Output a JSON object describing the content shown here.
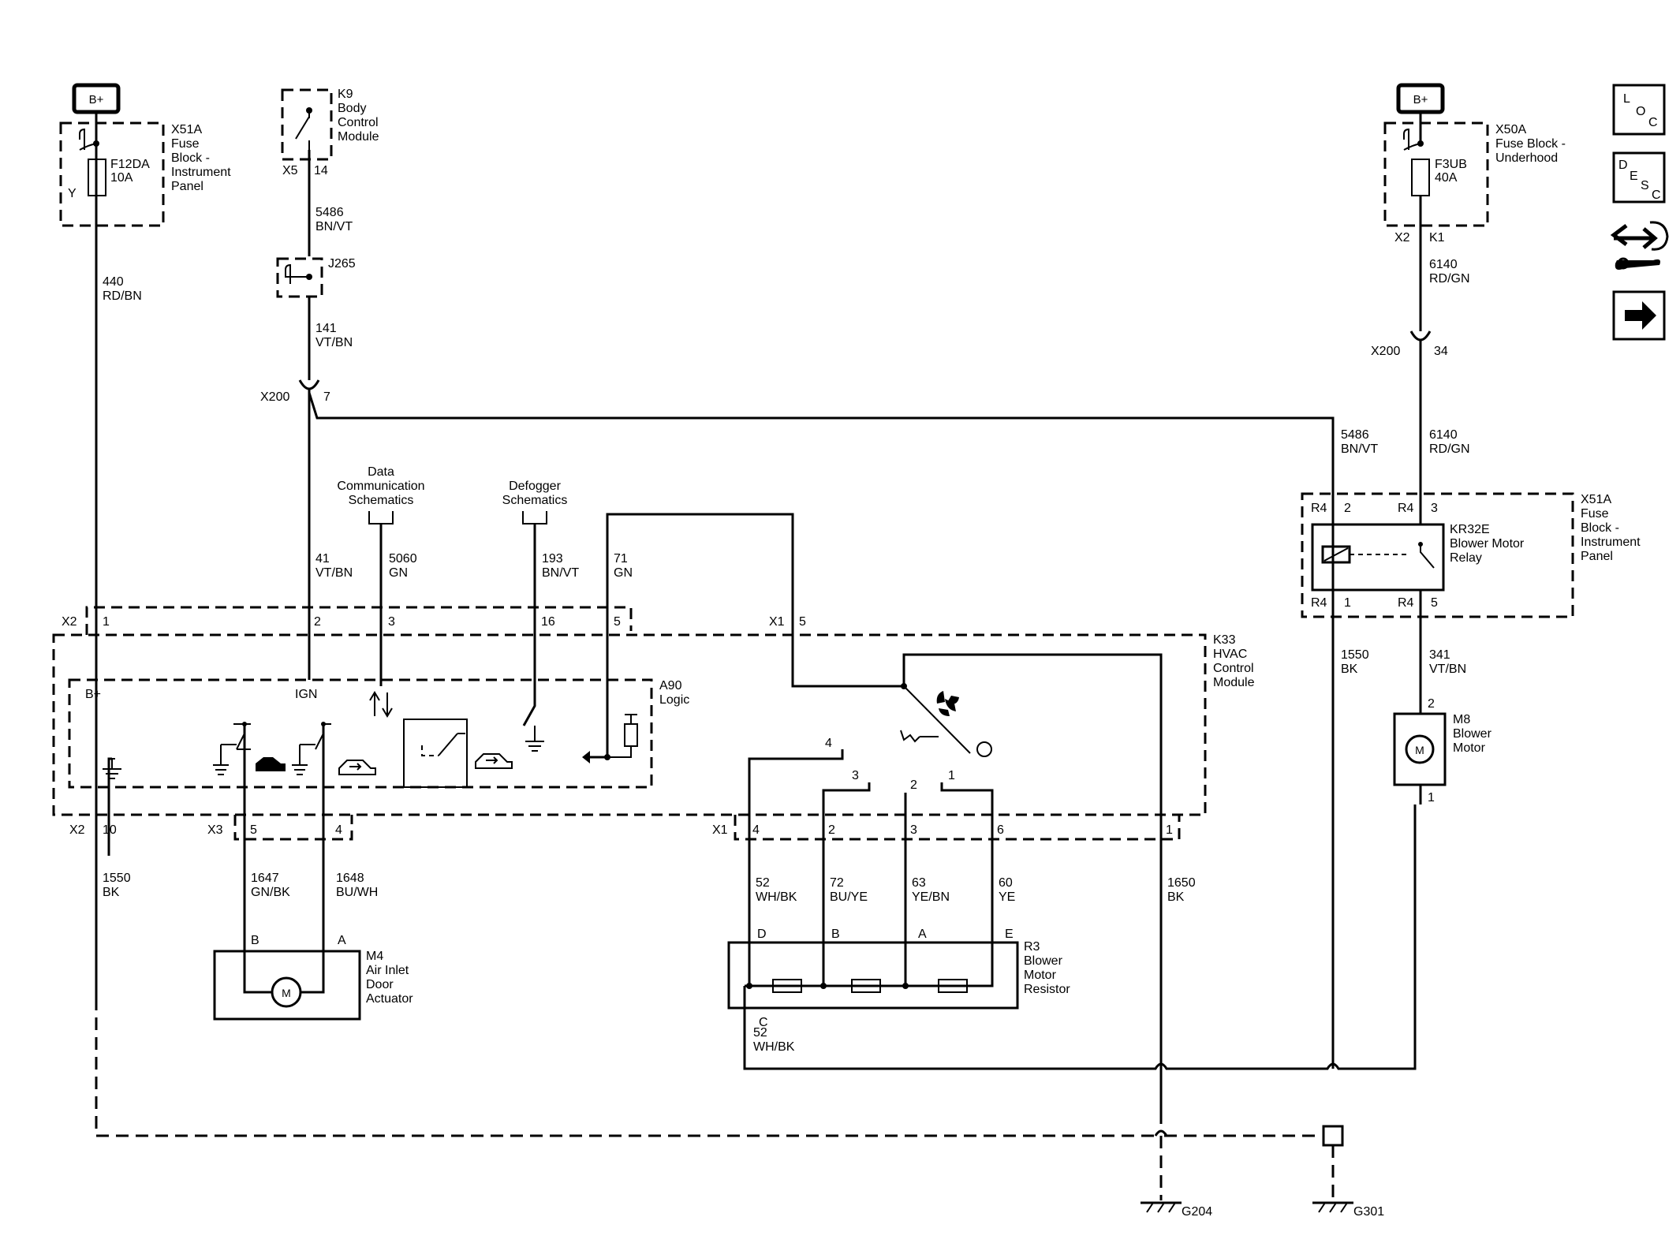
{
  "power": {
    "bplus": "B+"
  },
  "fuse_x51a": {
    "name": "X51A",
    "desc": [
      "Fuse",
      "Block -",
      "Instrument",
      "Panel"
    ],
    "fuse": "F12DA",
    "rating": "10A",
    "pin": "Y"
  },
  "fuse_x50a": {
    "name": "X50A",
    "desc": [
      "Fuse Block -",
      "Underhood"
    ],
    "fuse": "F3UB",
    "rating": "40A",
    "pin_left": "X2",
    "pin_right": "K1"
  },
  "k9": {
    "name": "K9",
    "desc": [
      "Body",
      "Control",
      "Module"
    ],
    "conn": "X5",
    "pin": "14"
  },
  "j265": "J265",
  "wires": {
    "w440": [
      "440",
      "RD/BN"
    ],
    "w5486a": [
      "5486",
      "BN/VT"
    ],
    "w141": [
      "141",
      "VT/BN"
    ],
    "w41": [
      "41",
      "VT/BN"
    ],
    "w5060": [
      "5060",
      "GN"
    ],
    "w193": [
      "193",
      "BN/VT"
    ],
    "w71": [
      "71",
      "GN"
    ],
    "w5486b": [
      "5486",
      "BN/VT"
    ],
    "w6140a": [
      "6140",
      "RD/GN"
    ],
    "w6140b": [
      "6140",
      "RD/GN"
    ],
    "w1550a": [
      "1550",
      "BK"
    ],
    "w341": [
      "341",
      "VT/BN"
    ],
    "w1550b": [
      "1550",
      "BK"
    ],
    "w1647": [
      "1647",
      "GN/BK"
    ],
    "w1648": [
      "1648",
      "BU/WH"
    ],
    "w52a": [
      "52",
      "WH/BK"
    ],
    "w72": [
      "72",
      "BU/YE"
    ],
    "w63": [
      "63",
      "YE/BN"
    ],
    "w60": [
      "60",
      "YE"
    ],
    "w1650": [
      "1650",
      "BK"
    ],
    "w52b": [
      "52",
      "WH/BK"
    ]
  },
  "x200_left": {
    "name": "X200",
    "pin": "7"
  },
  "x200_right": {
    "name": "X200",
    "pin": "34"
  },
  "refs": {
    "data_comm": [
      "Data",
      "Communication",
      "Schematics"
    ],
    "defogger": [
      "Defogger",
      "Schematics"
    ]
  },
  "k33": {
    "name": "K33",
    "desc": [
      "HVAC",
      "Control",
      "Module"
    ],
    "x2_label": "X2",
    "x2_pins": [
      "1",
      "2",
      "3",
      "16",
      "5"
    ],
    "x1_top": "X1",
    "x1_top_pin": "5",
    "x2_bottom": "X2",
    "x2_bottom_pin": "10",
    "x3_label": "X3",
    "x3_pins": [
      "5",
      "4"
    ],
    "x1_bottom": "X1",
    "x1_bottom_pins": [
      "4",
      "2",
      "3",
      "6",
      "1"
    ],
    "switch_pins": [
      "4",
      "3",
      "2",
      "1"
    ]
  },
  "a90": {
    "name": "A90",
    "desc": "Logic",
    "bplus": "B+",
    "ign": "IGN"
  },
  "relay_block": {
    "name": "X51A",
    "desc": [
      "Fuse",
      "Block -",
      "Instrument",
      "Panel"
    ],
    "top_left_conn": "R4",
    "top_left_pin": "2",
    "top_right_conn": "R4",
    "top_right_pin": "3",
    "bot_left_conn": "R4",
    "bot_left_pin": "1",
    "bot_right_conn": "R4",
    "bot_right_pin": "5",
    "relay_name": "KR32E",
    "relay_desc": [
      "Blower Motor",
      "Relay"
    ]
  },
  "m8": {
    "name": "M8",
    "desc": [
      "Blower",
      "Motor"
    ],
    "pin_top": "2",
    "pin_bottom": "1",
    "symbol": "M"
  },
  "m4": {
    "name": "M4",
    "desc": [
      "Air Inlet",
      "Door",
      "Actuator"
    ],
    "pin_b": "B",
    "pin_a": "A",
    "symbol": "M"
  },
  "r3": {
    "name": "R3",
    "desc": [
      "Blower",
      "Motor",
      "Resistor"
    ],
    "pins_top": [
      "D",
      "B",
      "A",
      "E"
    ],
    "pin_c": "C"
  },
  "grounds": {
    "g204": "G204",
    "g301": "G301"
  },
  "side_icons": {
    "loc": [
      "L",
      "O",
      "C"
    ],
    "desc": [
      "D",
      "E",
      "S",
      "C"
    ],
    "items": [
      "loc-icon",
      "desc-icon",
      "connector-wrench-icon",
      "next-arrow-icon"
    ]
  }
}
